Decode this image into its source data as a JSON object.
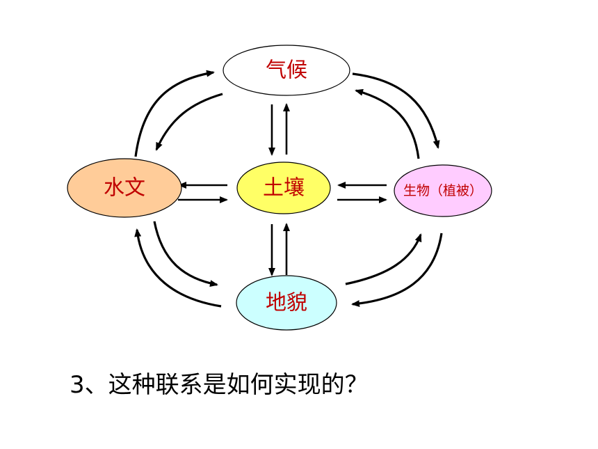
{
  "diagram": {
    "nodes": {
      "climate": {
        "label": "气候",
        "fill": "#FFFFFF",
        "text_color": "#C00000"
      },
      "soil": {
        "label": "土壤",
        "fill": "#FFFF66",
        "text_color": "#C00000"
      },
      "hydrology": {
        "label": "水文",
        "fill": "#FFCC99",
        "text_color": "#C00000"
      },
      "biology": {
        "label": "生物（植被）",
        "fill": "#FFCCFF",
        "text_color": "#C00000"
      },
      "landform": {
        "label": "地貌",
        "fill": "#CCFFFF",
        "text_color": "#C00000"
      }
    },
    "line_color": "#000000"
  },
  "question": "3、这种联系是如何实现的？"
}
